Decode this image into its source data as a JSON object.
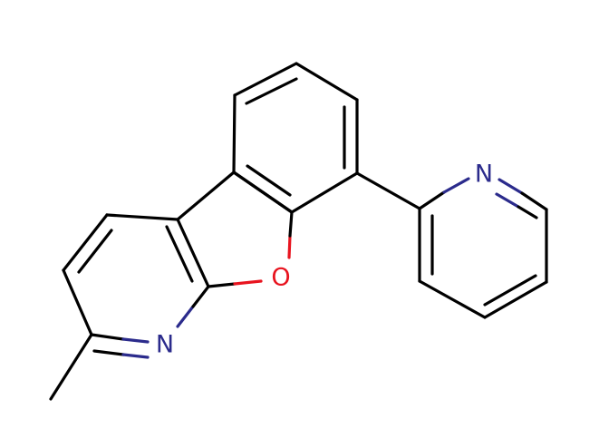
{
  "molecule": {
    "atoms": {
      "pyridine_n_fused": {
        "symbol": "N",
        "color": "#2b2b8c"
      },
      "furan_oxygen": {
        "symbol": "O",
        "color": "#e8141f"
      },
      "pyridine_n_pendant": {
        "symbol": "N",
        "color": "#2b2b8c"
      }
    },
    "bond_color": "#000000"
  }
}
